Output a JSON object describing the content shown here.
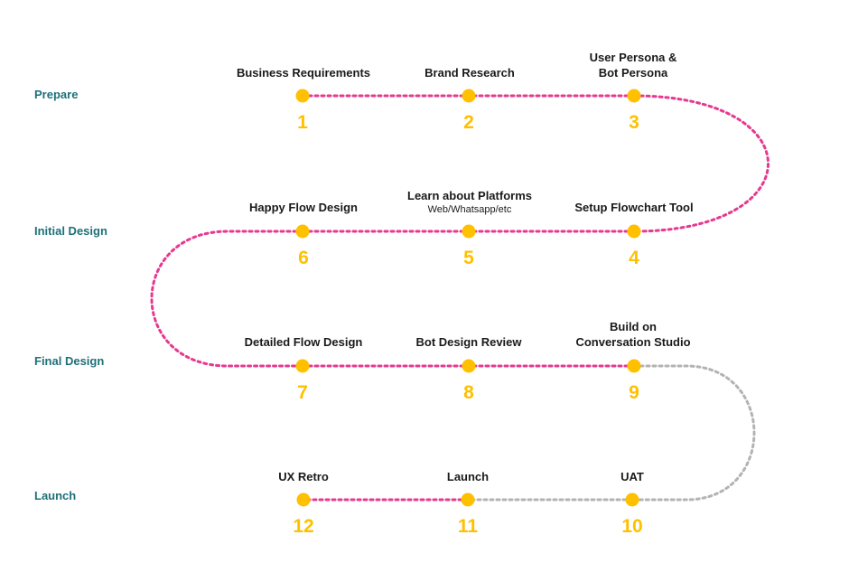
{
  "colors": {
    "done_path": "#e6398f",
    "pending_path": "#b3b3b3",
    "node": "#ffc000",
    "phase_text": "#1e7079",
    "title_text": "#1a1a1a"
  },
  "phases": [
    {
      "label": "Prepare"
    },
    {
      "label": "Initial Design"
    },
    {
      "label": "Final Design"
    },
    {
      "label": "Launch"
    }
  ],
  "steps": [
    {
      "number": "1",
      "title_line1": "Business Requirements",
      "title_line2": "",
      "subtitle": "",
      "status": "done"
    },
    {
      "number": "2",
      "title_line1": "Brand Research",
      "title_line2": "",
      "subtitle": "",
      "status": "done"
    },
    {
      "number": "3",
      "title_line1": "User Persona &",
      "title_line2": "Bot Persona",
      "subtitle": "",
      "status": "done"
    },
    {
      "number": "4",
      "title_line1": "Setup Flowchart Tool",
      "title_line2": "",
      "subtitle": "",
      "status": "done"
    },
    {
      "number": "5",
      "title_line1": "Learn about Platforms",
      "title_line2": "",
      "subtitle": "Web/Whatsapp/etc",
      "status": "done"
    },
    {
      "number": "6",
      "title_line1": "Happy Flow Design",
      "title_line2": "",
      "subtitle": "",
      "status": "done"
    },
    {
      "number": "7",
      "title_line1": "Detailed Flow Design",
      "title_line2": "",
      "subtitle": "",
      "status": "done"
    },
    {
      "number": "8",
      "title_line1": "Bot Design Review",
      "title_line2": "",
      "subtitle": "",
      "status": "done"
    },
    {
      "number": "9",
      "title_line1": "Build on",
      "title_line2": "Conversation Studio",
      "subtitle": "",
      "status": "done"
    },
    {
      "number": "10",
      "title_line1": "UAT",
      "title_line2": "",
      "subtitle": "",
      "status": "pending"
    },
    {
      "number": "11",
      "title_line1": "Launch",
      "title_line2": "",
      "subtitle": "",
      "status": "pending"
    },
    {
      "number": "12",
      "title_line1": "UX Retro",
      "title_line2": "",
      "subtitle": "",
      "status": "done"
    }
  ]
}
